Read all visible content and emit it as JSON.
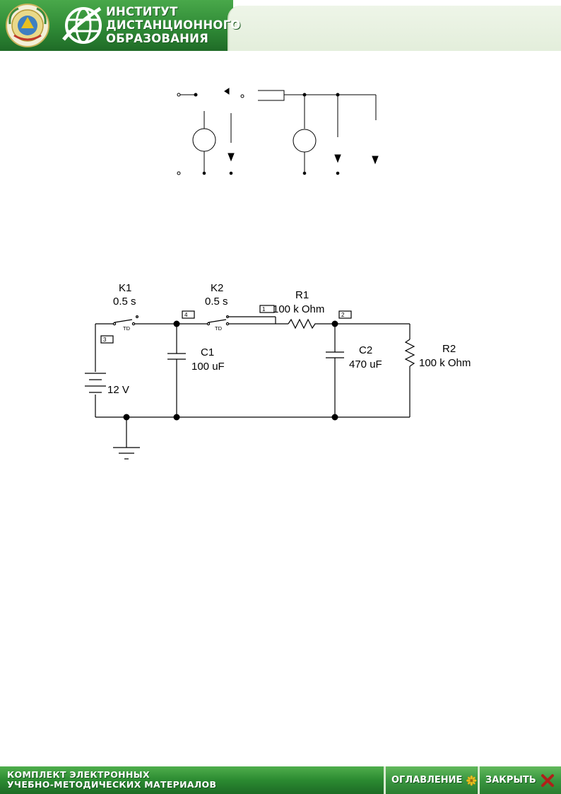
{
  "header": {
    "title_lines": [
      "ИНСТИТУТ",
      "ДИСТАНЦИОННОГО",
      "ОБРАЗОВАНИЯ"
    ],
    "emblem_icon": "university-emblem-icon",
    "globe_icon": "globe-logo-icon"
  },
  "circuit": {
    "switch1": {
      "name": "K1",
      "delay": "0.5 s",
      "mode": "TD"
    },
    "switch2": {
      "name": "K2",
      "delay": "0.5 s",
      "mode": "TD"
    },
    "battery": {
      "value": "12 V"
    },
    "capacitor1": {
      "name": "C1",
      "value": "100 uF"
    },
    "capacitor2": {
      "name": "C2",
      "value": "470 uF"
    },
    "resistor1": {
      "name": "R1",
      "value": "100 k Ohm"
    },
    "resistor2": {
      "name": "R2",
      "value": "100 k Ohm"
    },
    "nodes": [
      "1",
      "2",
      "3",
      "4"
    ]
  },
  "footer": {
    "collection_lines": [
      "КОМПЛЕКТ ЭЛЕКТРОННЫХ",
      "УЧЕБНО-МЕТОДИЧЕСКИХ МАТЕРИАЛОВ"
    ],
    "toc_label": "ОГЛАВЛЕНИЕ",
    "close_label": "ЗАКРЫТЬ"
  },
  "colors": {
    "brand_green": "#2f8a36",
    "accent_yellow": "#e8c020",
    "close_red": "#b0201a"
  }
}
